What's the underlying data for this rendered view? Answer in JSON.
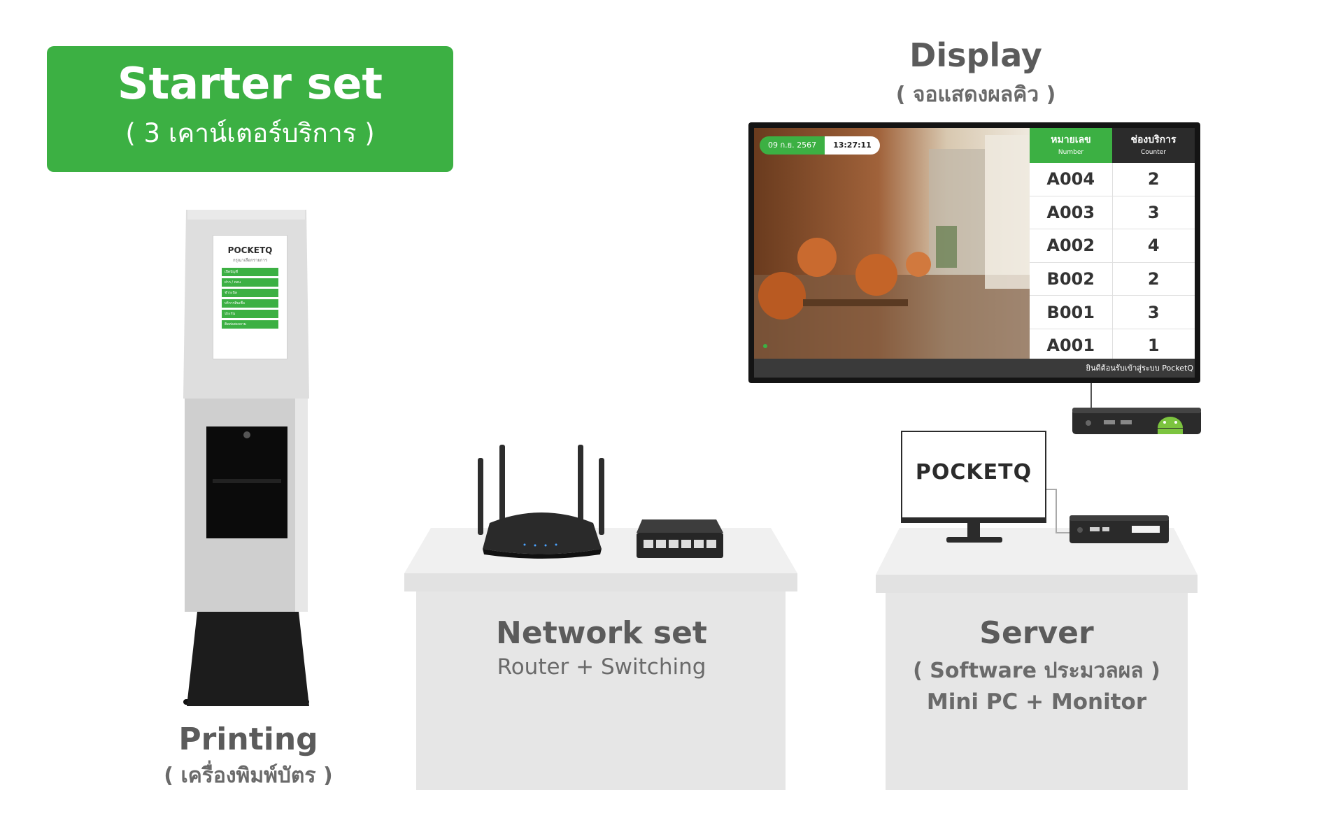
{
  "starter": {
    "title": "Starter set",
    "subtitle": "( 3 เคาน์เตอร์บริการ )"
  },
  "display": {
    "title": "Display",
    "subtitle": "( จอแสดงผลคิว )",
    "date": "09 ก.ย. 2567",
    "time": "13:27:11",
    "col_number_th": "หมายเลข",
    "col_number_en": "Number",
    "col_counter_th": "ช่องบริการ",
    "col_counter_en": "Counter",
    "rows": [
      {
        "number": "A004",
        "counter": "2"
      },
      {
        "number": "A003",
        "counter": "3"
      },
      {
        "number": "A002",
        "counter": "4"
      },
      {
        "number": "B002",
        "counter": "2"
      },
      {
        "number": "B001",
        "counter": "3"
      },
      {
        "number": "A001",
        "counter": "1"
      }
    ],
    "ticker": "ยินดีต้อนรับเข้าสู่ระบบ PocketQ"
  },
  "kiosk": {
    "brand": "POCKETQ",
    "prompt": "กรุณาเลือกรายการ",
    "menu": [
      "เปิดบัญชี",
      "ฝาก / ถอน",
      "ชำระบิล",
      "บริการสินเชื่อ",
      "ประกัน",
      "ติดต่อสอบถาม"
    ]
  },
  "monitor": {
    "brand": "POCKETQ"
  },
  "printing": {
    "title": "Printing",
    "subtitle": "( เครื่องพิมพ์บัตร )"
  },
  "network": {
    "title": "Network set",
    "subtitle": "Router + Switching"
  },
  "server": {
    "title": "Server",
    "subtitle": "( Software ประมวลผล )",
    "subtitle2": "Mini PC + Monitor"
  },
  "colors": {
    "brand_green": "#3cb043",
    "dark": "#2b2b2b",
    "table": "#e6e6e6"
  }
}
